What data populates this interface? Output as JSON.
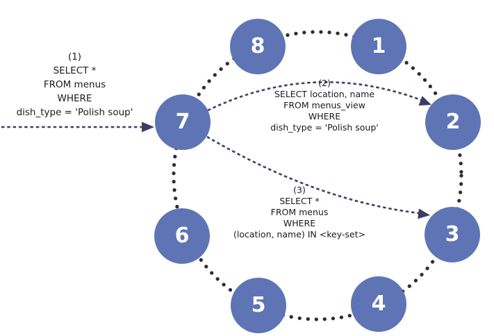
{
  "diagram": {
    "description": "Ring of eight database partition nodes with three routed SQL queries",
    "nodes": [
      {
        "label": "1"
      },
      {
        "label": "2"
      },
      {
        "label": "3"
      },
      {
        "label": "4"
      },
      {
        "label": "5"
      },
      {
        "label": "6"
      },
      {
        "label": "7"
      },
      {
        "label": "8"
      }
    ],
    "queries": [
      {
        "text": "(1)\nSELECT *\nFROM menus\nWHERE\ndish_type = 'Polish soup'"
      },
      {
        "text": "(2)\nSELECT location, name\nFROM menus_view\nWHERE\ndish_type = 'Polish soup'"
      },
      {
        "text": "(3)\nSELECT *\nFROM menus\nWHERE\n(location, name) IN <key-set>"
      }
    ],
    "arrows": [
      {
        "name": "query-1-arrow",
        "from": "outside-left",
        "to": "node-7",
        "style": "dashed"
      },
      {
        "name": "query-2-arrow",
        "from": "node-7",
        "to": "node-2",
        "style": "dashed"
      },
      {
        "name": "query-3-arrow",
        "from": "node-7",
        "to": "node-3",
        "style": "dashed"
      }
    ],
    "colors": {
      "node_fill": "#5e74b5",
      "node_text": "#fdfdfd",
      "ring_dots": "#2e2e2e",
      "arrow": "#3d3d66",
      "query_text": "#1a1a1a",
      "background": "#ffffff"
    }
  }
}
